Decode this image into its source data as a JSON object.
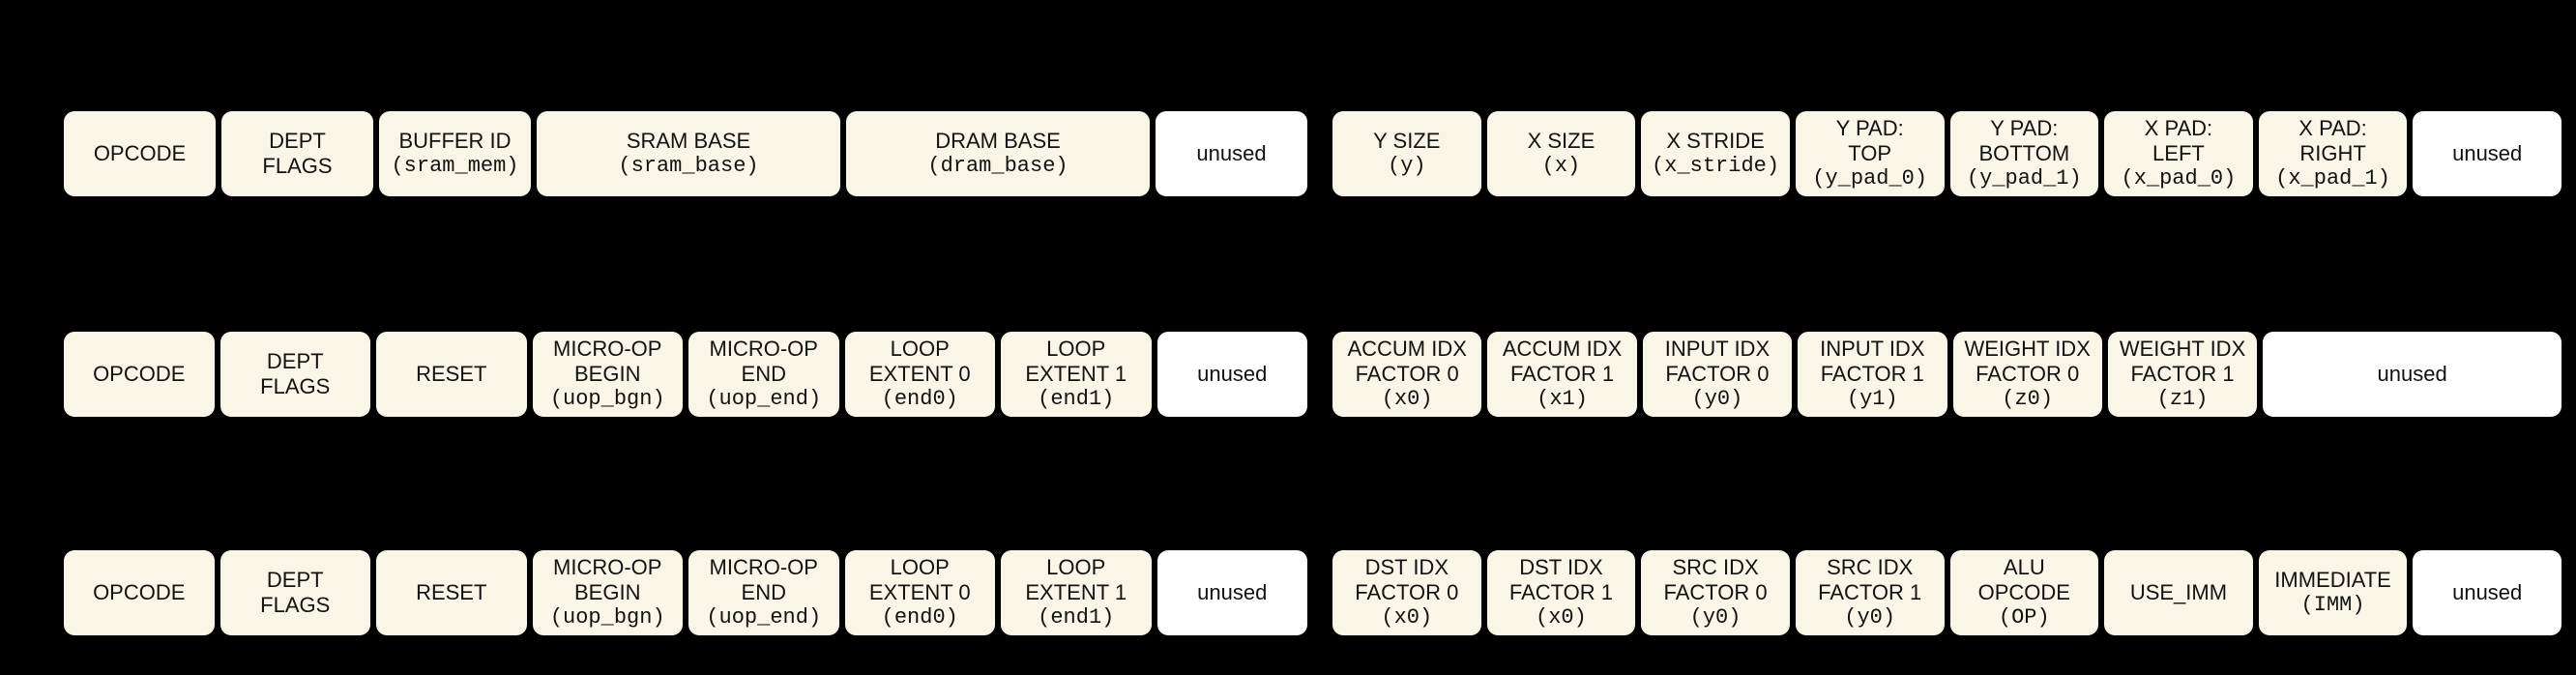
{
  "figure": {
    "background": "#000000",
    "box_fill": "#FAF6E7",
    "unused_fill": "#FFFFFF",
    "text_color": "#121212"
  },
  "instructions": [
    {
      "fields_low": [
        {
          "label": "OPCODE",
          "code": "",
          "span": 1,
          "unused": false
        },
        {
          "label": "DEPT\nFLAGS",
          "code": "",
          "span": 1,
          "unused": false
        },
        {
          "label": "BUFFER ID",
          "code": "(sram_mem)",
          "span": 1,
          "unused": false
        },
        {
          "label": "SRAM BASE",
          "code": "(sram_base)",
          "span": 2,
          "unused": false
        },
        {
          "label": "DRAM BASE",
          "code": "(dram_base)",
          "span": 2,
          "unused": false
        },
        {
          "label": "unused",
          "code": "",
          "span": 1,
          "unused": true
        }
      ],
      "fields_high": [
        {
          "label": "Y SIZE",
          "code": "(y)",
          "span": 1,
          "unused": false
        },
        {
          "label": "X SIZE",
          "code": "(x)",
          "span": 1,
          "unused": false
        },
        {
          "label": "X STRIDE",
          "code": "(x_stride)",
          "span": 1,
          "unused": false
        },
        {
          "label": "Y PAD:\nTOP",
          "code": "(y_pad_0)",
          "span": 1,
          "unused": false
        },
        {
          "label": "Y PAD:\nBOTTOM",
          "code": "(y_pad_1)",
          "span": 1,
          "unused": false
        },
        {
          "label": "X PAD:\nLEFT",
          "code": "(x_pad_0)",
          "span": 1,
          "unused": false
        },
        {
          "label": "X PAD:\nRIGHT",
          "code": "(x_pad_1)",
          "span": 1,
          "unused": false
        },
        {
          "label": "unused",
          "code": "",
          "span": 1,
          "unused": true
        }
      ]
    },
    {
      "fields_low": [
        {
          "label": "OPCODE",
          "code": "",
          "span": 1,
          "unused": false
        },
        {
          "label": "DEPT\nFLAGS",
          "code": "",
          "span": 1,
          "unused": false
        },
        {
          "label": "RESET",
          "code": "",
          "span": 1,
          "unused": false
        },
        {
          "label": "MICRO-OP\nBEGIN",
          "code": "(uop_bgn)",
          "span": 1,
          "unused": false
        },
        {
          "label": "MICRO-OP\nEND",
          "code": "(uop_end)",
          "span": 1,
          "unused": false
        },
        {
          "label": "LOOP\nEXTENT 0",
          "code": "(end0)",
          "span": 1,
          "unused": false
        },
        {
          "label": "LOOP\nEXTENT 1",
          "code": "(end1)",
          "span": 1,
          "unused": false
        },
        {
          "label": "unused",
          "code": "",
          "span": 1,
          "unused": true
        }
      ],
      "fields_high": [
        {
          "label": "ACCUM IDX\nFACTOR 0",
          "code": "(x0)",
          "span": 1,
          "unused": false
        },
        {
          "label": "ACCUM IDX\nFACTOR 1",
          "code": "(x1)",
          "span": 1,
          "unused": false
        },
        {
          "label": "INPUT IDX\nFACTOR 0",
          "code": "(y0)",
          "span": 1,
          "unused": false
        },
        {
          "label": "INPUT IDX\nFACTOR 1",
          "code": "(y1)",
          "span": 1,
          "unused": false
        },
        {
          "label": "WEIGHT IDX\nFACTOR 0",
          "code": "(z0)",
          "span": 1,
          "unused": false
        },
        {
          "label": "WEIGHT IDX\nFACTOR 1",
          "code": "(z1)",
          "span": 1,
          "unused": false
        },
        {
          "label": "unused",
          "code": "",
          "span": 2,
          "unused": true
        }
      ]
    },
    {
      "fields_low": [
        {
          "label": "OPCODE",
          "code": "",
          "span": 1,
          "unused": false
        },
        {
          "label": "DEPT\nFLAGS",
          "code": "",
          "span": 1,
          "unused": false
        },
        {
          "label": "RESET",
          "code": "",
          "span": 1,
          "unused": false
        },
        {
          "label": "MICRO-OP\nBEGIN",
          "code": "(uop_bgn)",
          "span": 1,
          "unused": false
        },
        {
          "label": "MICRO-OP\nEND",
          "code": "(uop_end)",
          "span": 1,
          "unused": false
        },
        {
          "label": "LOOP\nEXTENT 0",
          "code": "(end0)",
          "span": 1,
          "unused": false
        },
        {
          "label": "LOOP\nEXTENT 1",
          "code": "(end1)",
          "span": 1,
          "unused": false
        },
        {
          "label": "unused",
          "code": "",
          "span": 1,
          "unused": true
        }
      ],
      "fields_high": [
        {
          "label": "DST IDX\nFACTOR 0",
          "code": "(x0)",
          "span": 1,
          "unused": false
        },
        {
          "label": "DST IDX\nFACTOR 1",
          "code": "(x0)",
          "span": 1,
          "unused": false
        },
        {
          "label": "SRC IDX\nFACTOR 0",
          "code": "(y0)",
          "span": 1,
          "unused": false
        },
        {
          "label": "SRC IDX\nFACTOR 1",
          "code": "(y0)",
          "span": 1,
          "unused": false
        },
        {
          "label": "ALU\nOPCODE",
          "code": "(OP)",
          "span": 1,
          "unused": false
        },
        {
          "label": "USE_IMM",
          "code": "",
          "span": 1,
          "unused": false
        },
        {
          "label": "IMMEDIATE",
          "code": "(IMM)",
          "span": 1,
          "unused": false
        },
        {
          "label": "unused",
          "code": "",
          "span": 1,
          "unused": true
        }
      ]
    }
  ]
}
